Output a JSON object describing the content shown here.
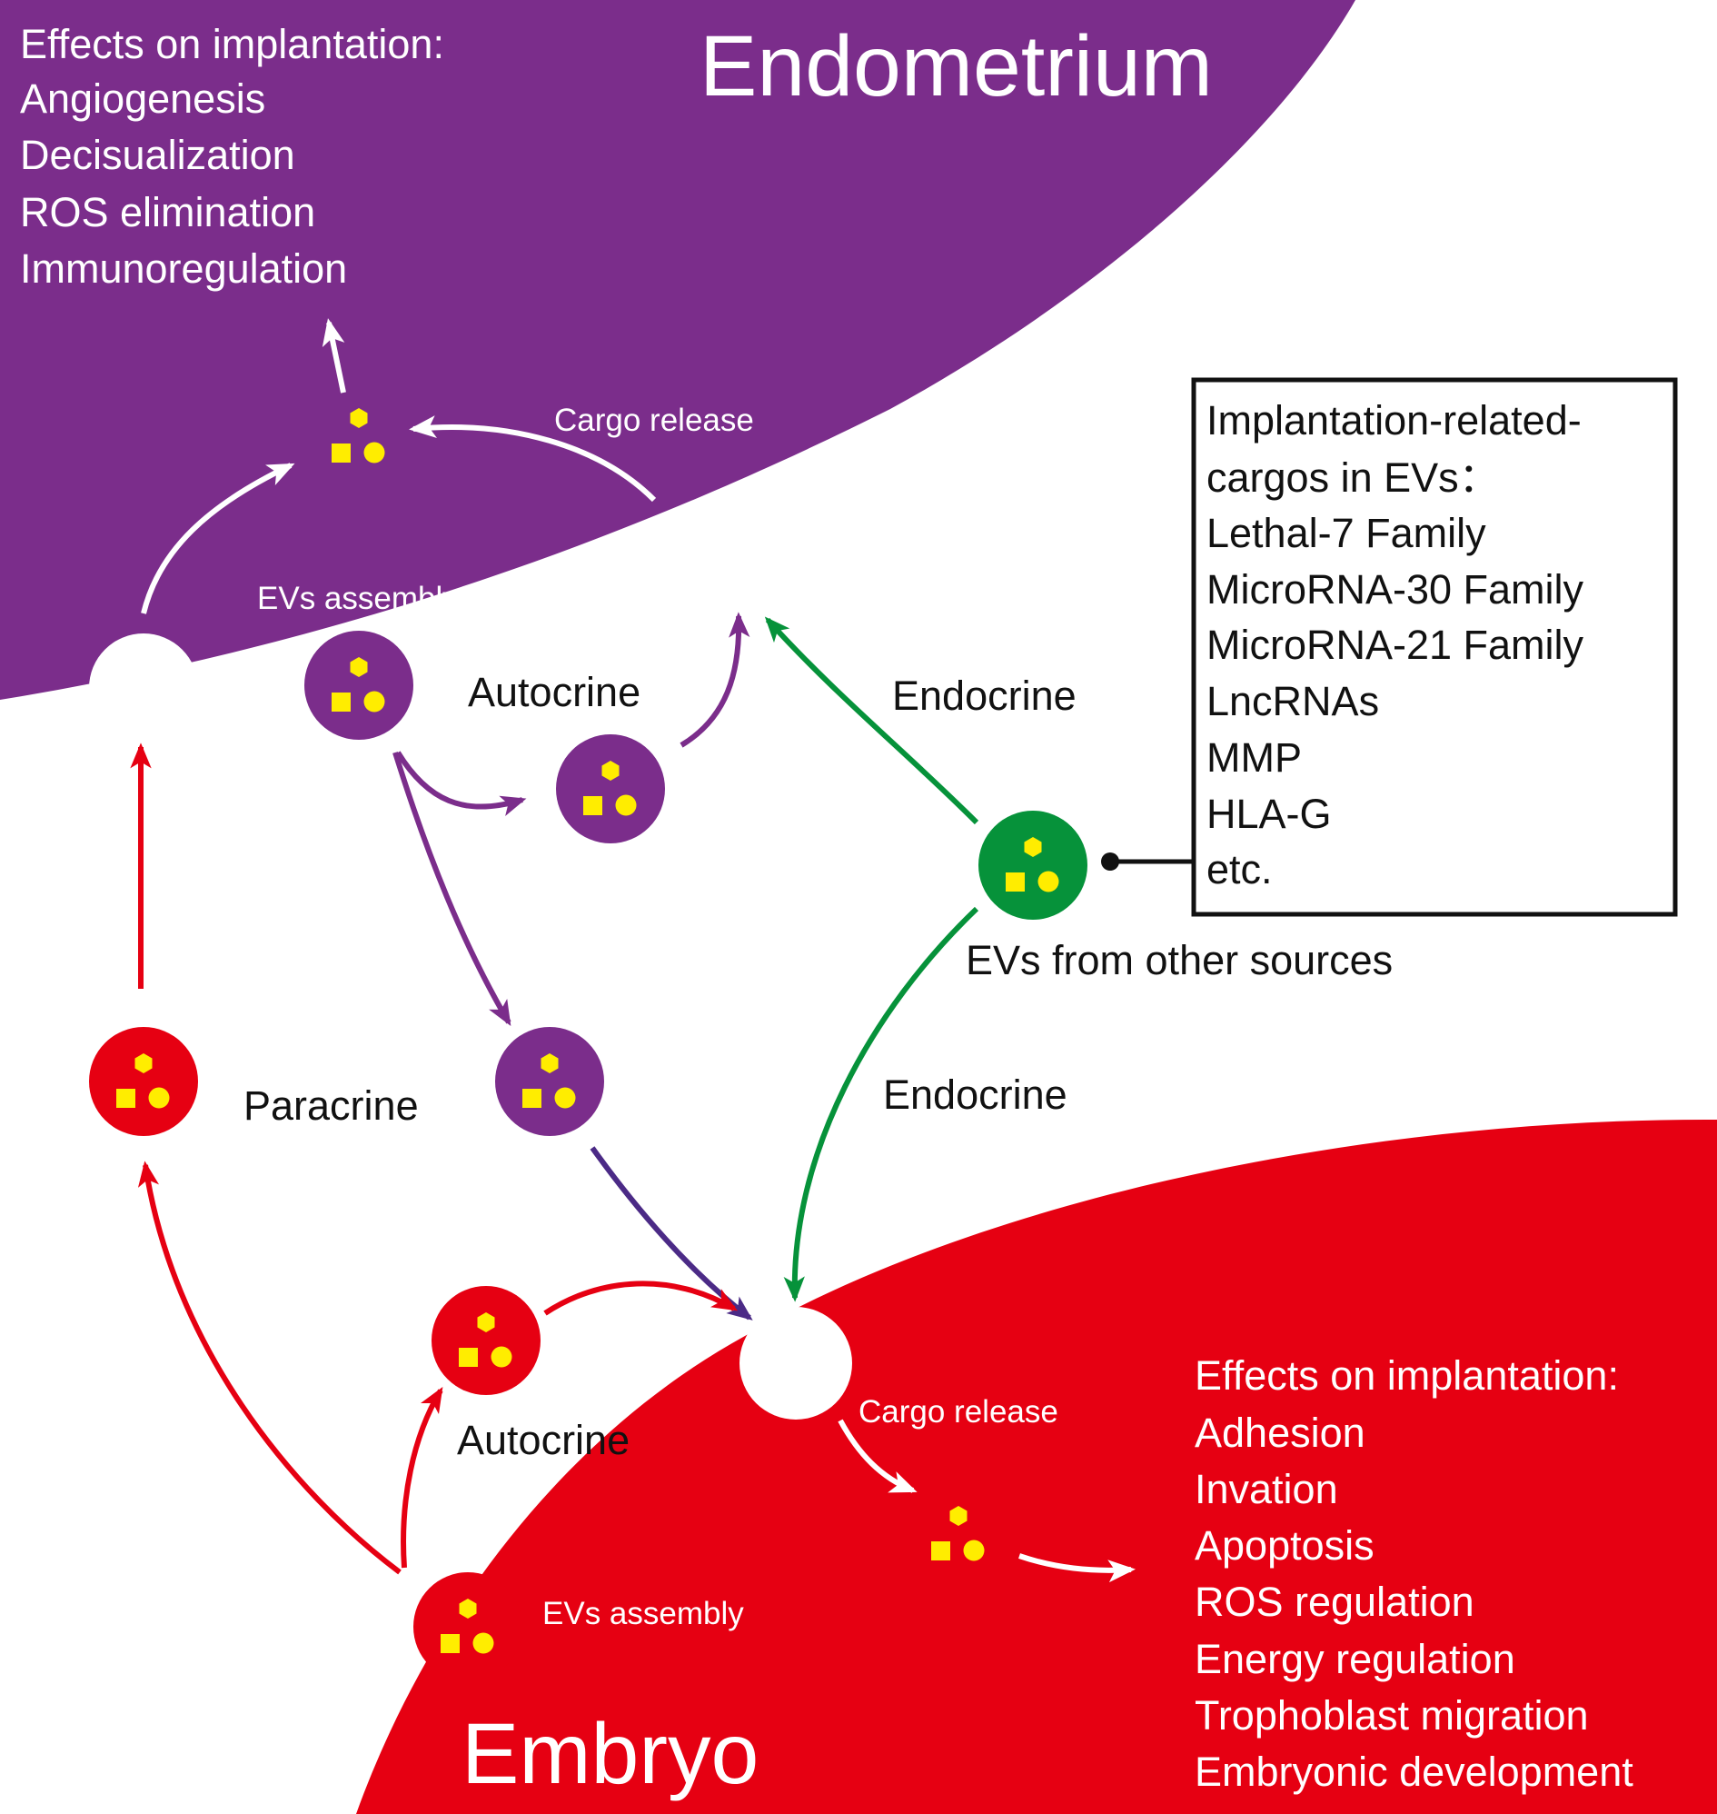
{
  "colors": {
    "endometrium": "#7b2d8b",
    "embryo": "#e60012",
    "green": "#06923a",
    "cargo": "#ffed00",
    "white": "#ffffff",
    "black": "#111111"
  },
  "endometrium": {
    "title": "Endometrium",
    "effects_heading": "Effects on implantation:",
    "effects": [
      "Angiogenesis",
      "Decisualization",
      "ROS elimination",
      "Immunoregulation"
    ],
    "cargo_release": "Cargo release",
    "evs_assembly": "EVs assembly",
    "autocrine": "Autocrine"
  },
  "embryo": {
    "title": "Embryo",
    "effects_heading": "Effects on implantation:",
    "effects": [
      "Adhesion",
      "Invation",
      "Apoptosis",
      "ROS regulation",
      "Energy regulation",
      "Trophoblast migration",
      "Embryonic development"
    ],
    "cargo_release": "Cargo release",
    "evs_assembly": "EVs assembly",
    "autocrine": "Autocrine"
  },
  "paracrine": "Paracrine",
  "endocrine_upper": "Endocrine",
  "endocrine_lower": "Endocrine",
  "other_sources": "EVs from other sources",
  "cargo_box": {
    "lines": [
      "Implantation-related-",
      "cargos in EVs：",
      "Lethal-7 Family",
      "MicroRNA-30 Family",
      "MicroRNA-21 Family",
      "LncRNAs",
      "MMP",
      "HLA-G",
      "etc."
    ]
  },
  "icons": {
    "cargo_set": "hexagon-square-circle",
    "receptor": "white-circle-uptake-site"
  }
}
